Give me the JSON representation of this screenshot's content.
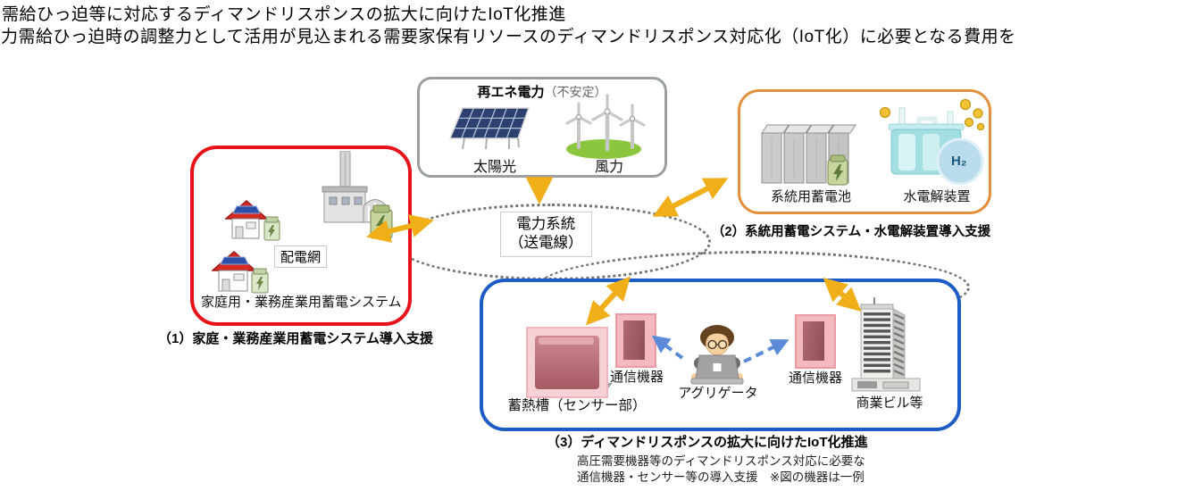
{
  "header": {
    "line1": "需給ひっ迫等に対応するディマンドリスポンスの拡大に向けたIoT化推進",
    "line2": "力需給ひっ迫時の調整力として活用が見込まれる需要家保有リソースのディマンドリスポンス対応化（IoT化）に必要となる費用を"
  },
  "renewable": {
    "title": "再エネ電力",
    "title_note": "（不安定）",
    "solar_label": "太陽光",
    "wind_label": "風力"
  },
  "grid_hub": {
    "line1": "電力系統",
    "line2": "（送電線）"
  },
  "home": {
    "network_label": "配電網",
    "caption": "家庭用・業務産業用蓄電システム",
    "support": "（1）家庭・業務産業用蓄電システム導入支援"
  },
  "grid_storage": {
    "battery_label": "系統用蓄電池",
    "electrolysis_label": "水電解装置",
    "h2_label": "H₂",
    "support": "（2）系統用蓄電システム・水電解装置導入支援"
  },
  "demand_response": {
    "heat_tank_label": "蓄熱槽（センサー部）",
    "comm_left_label": "通信機器",
    "aggregator_label": "アグリゲータ",
    "comm_right_label": "通信機器",
    "building_label": "商業ビル等",
    "support": "（3）ディマンドリスポンスの拡大に向けたIoT化推進",
    "note1": "高圧需要機器等のディマンドリスポンス対応に必要な",
    "note2": "通信機器・センサー等の導入支援　※図の機器は一例"
  },
  "icons": {
    "solar-panel-icon": "solar panel",
    "wind-turbine-icon": "wind turbines",
    "house-battery-icon": "house with storage battery",
    "factory-icon": "factory with storage battery",
    "battery-cabinet-icon": "grid battery cabinets",
    "electrolysis-icon": "water electrolysis tank",
    "heat-tank-icon": "heat storage tank (sensor)",
    "comm-device-icon": "communication device",
    "aggregator-icon": "aggregator person with laptop",
    "building-icon": "commercial building"
  },
  "colors": {
    "red-box": "#e8131a",
    "orange-box": "#e2903b",
    "blue-box": "#1c5cc4",
    "gray-box": "#9aa0a0",
    "arrow-yellow": "#f0ae19",
    "arrow-blue": "#5b8bd8",
    "dot": "#5a5a5a",
    "pink-light": "#f3b9bf",
    "pink-dark": "#a05a63"
  }
}
